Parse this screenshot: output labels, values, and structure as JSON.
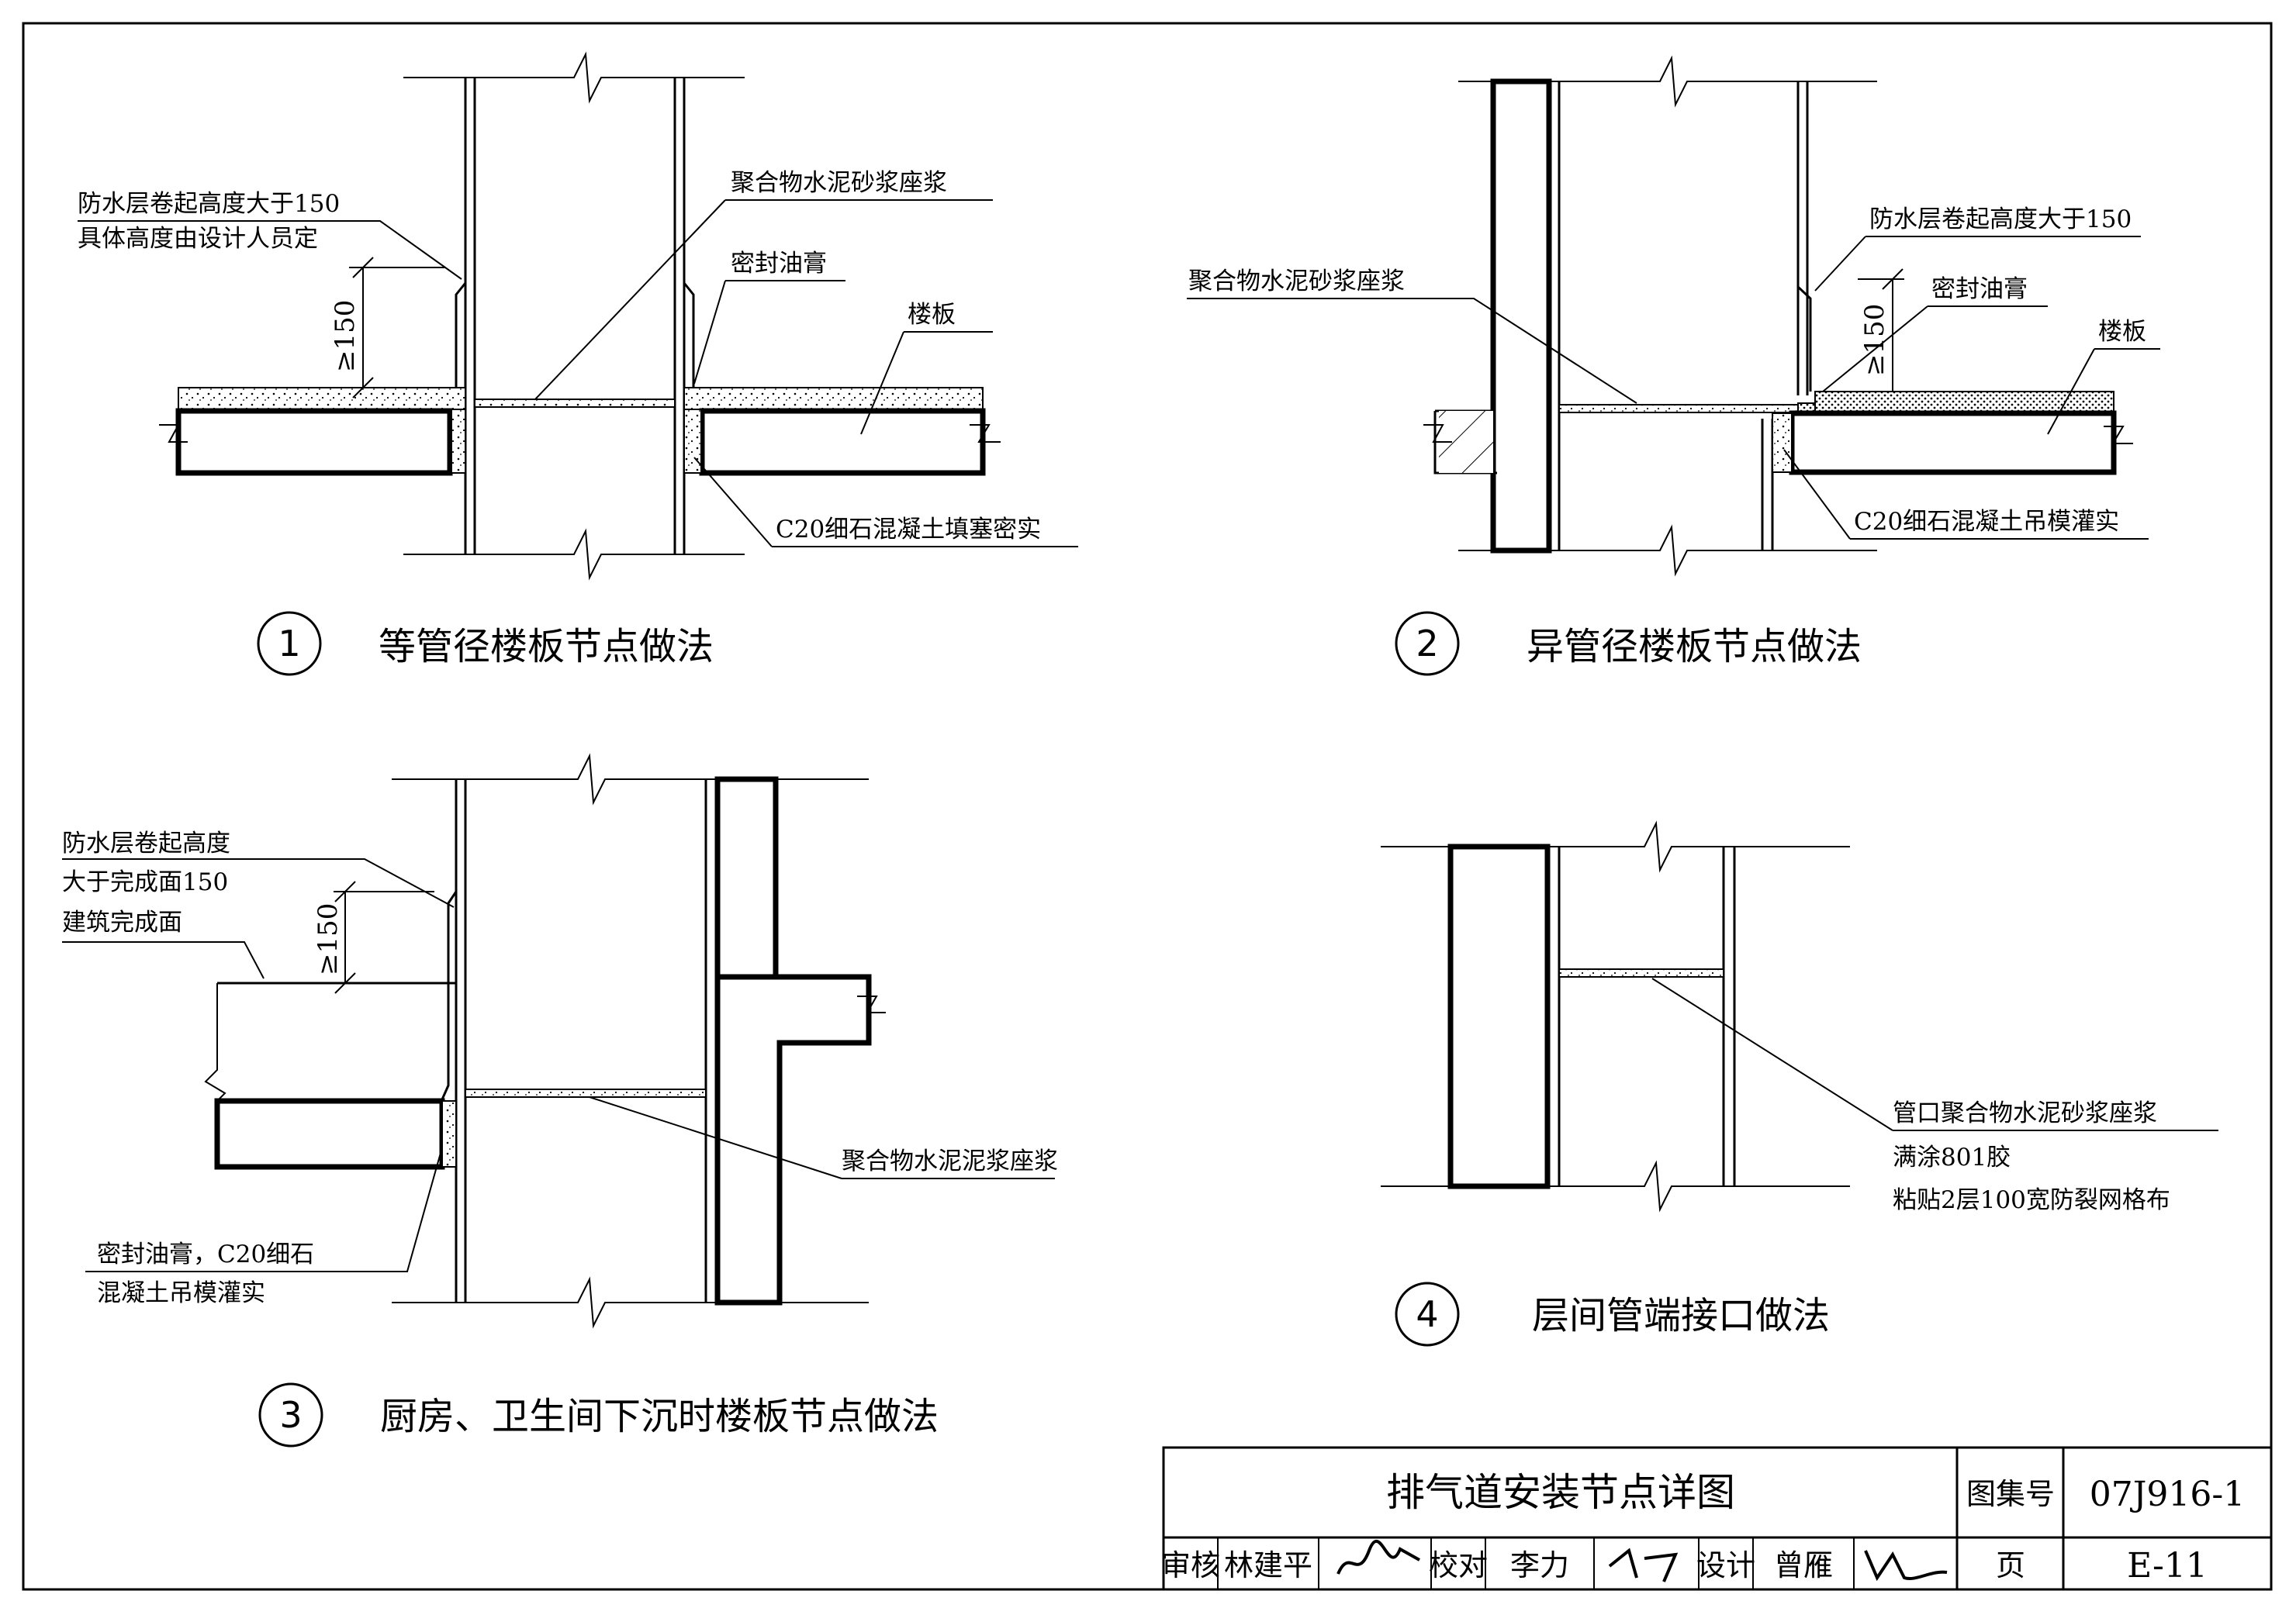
{
  "drawing": {
    "detail_1": {
      "number": "1",
      "title": "等管径楼板节点做法",
      "label_waterproof_1": "防水层卷起高度大于150",
      "label_waterproof_2": "具体高度由设计人员定",
      "label_mortar": "聚合物水泥砂浆座浆",
      "label_sealant": "密封油膏",
      "label_slab": "楼板",
      "label_concrete": "C20细石混凝土填塞密实",
      "dim": "≥150"
    },
    "detail_2": {
      "number": "2",
      "title": "异管径楼板节点做法",
      "label_mortar": "聚合物水泥砂浆座浆",
      "label_waterproof": "防水层卷起高度大于150",
      "label_sealant": "密封油膏",
      "label_slab": "楼板",
      "label_concrete": "C20细石混凝土吊模灌实",
      "dim": "≥150"
    },
    "detail_3": {
      "number": "3",
      "title": "厨房、卫生间下沉时楼板节点做法",
      "label_waterproof_1": "防水层卷起高度",
      "label_waterproof_2": "大于完成面150",
      "label_finish": "建筑完成面",
      "label_mortar": "聚合物水泥泥浆座浆",
      "label_sealant_1": "密封油膏，C20细石",
      "label_sealant_2": "混凝土吊模灌实",
      "dim": "≥150"
    },
    "detail_4": {
      "number": "4",
      "title": "层间管端接口做法",
      "label_1": "管口聚合物水泥砂浆座浆",
      "label_2": "满涂801胶",
      "label_3": "粘贴2层100宽防裂网格布"
    }
  },
  "title_block": {
    "title": "排气道安装节点详图",
    "atlas_label": "图集号",
    "atlas_code": "07J916-1",
    "review_label": "审核",
    "review_name": "林建平",
    "check_label": "校对",
    "check_name": "李力",
    "design_label": "设计",
    "design_name": "曾雁",
    "page_label": "页",
    "page_code": "E-11"
  }
}
